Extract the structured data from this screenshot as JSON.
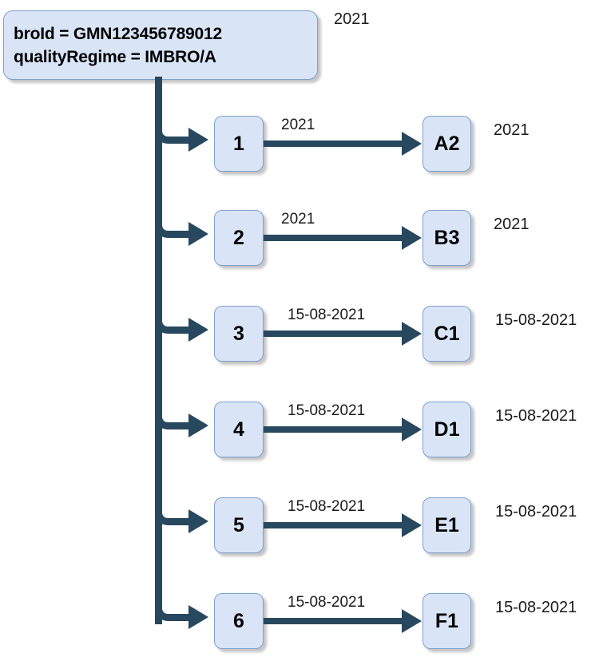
{
  "diagram": {
    "title_box": {
      "line1": "broId = GMN123456789012",
      "line2": "qualityRegime = IMBRO/A",
      "trailing_label": "2021"
    },
    "colors": {
      "node_fill": "#d9e5f7",
      "node_border": "#7ba0cc",
      "connector": "#27485e",
      "text": "#000000",
      "background": "#ffffff"
    },
    "rows": [
      {
        "left_node": "1",
        "edge_label": "2021",
        "right_node": "A2",
        "trailing_label": "2021"
      },
      {
        "left_node": "2",
        "edge_label": "2021",
        "right_node": "B3",
        "trailing_label": "2021"
      },
      {
        "left_node": "3",
        "edge_label": "15-08-2021",
        "right_node": "C1",
        "trailing_label": "15-08-2021"
      },
      {
        "left_node": "4",
        "edge_label": "15-08-2021",
        "right_node": "D1",
        "trailing_label": "15-08-2021"
      },
      {
        "left_node": "5",
        "edge_label": "15-08-2021",
        "right_node": "E1",
        "trailing_label": "15-08-2021"
      },
      {
        "left_node": "6",
        "edge_label": "15-08-2021",
        "right_node": "F1",
        "trailing_label": "15-08-2021"
      }
    ]
  }
}
